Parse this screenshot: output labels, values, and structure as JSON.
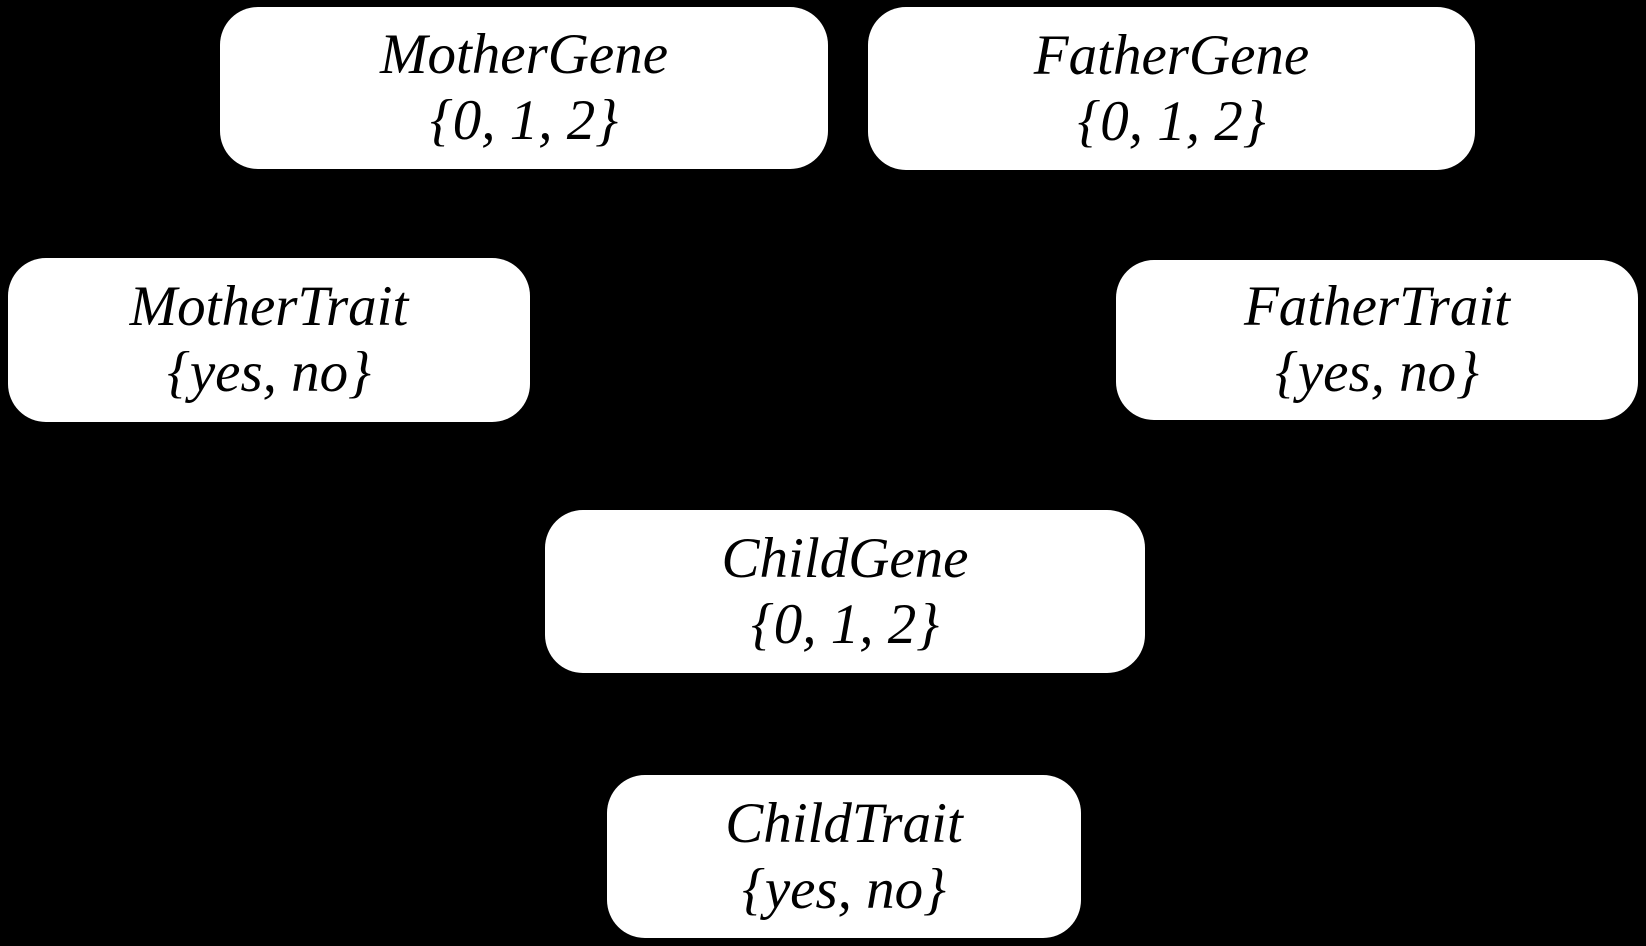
{
  "diagram": {
    "background_color": "#000000",
    "node_fill_color": "#ffffff",
    "node_text_color": "#000000",
    "nodes": [
      {
        "id": "mother-gene",
        "label": "MotherGene",
        "values": "{0, 1, 2}"
      },
      {
        "id": "father-gene",
        "label": "FatherGene",
        "values": "{0, 1, 2}"
      },
      {
        "id": "mother-trait",
        "label": "MotherTrait",
        "values": "{yes, no}"
      },
      {
        "id": "father-trait",
        "label": "FatherTrait",
        "values": "{yes, no}"
      },
      {
        "id": "child-gene",
        "label": "ChildGene",
        "values": "{0, 1, 2}"
      },
      {
        "id": "child-trait",
        "label": "ChildTrait",
        "values": "{yes, no}"
      }
    ]
  }
}
